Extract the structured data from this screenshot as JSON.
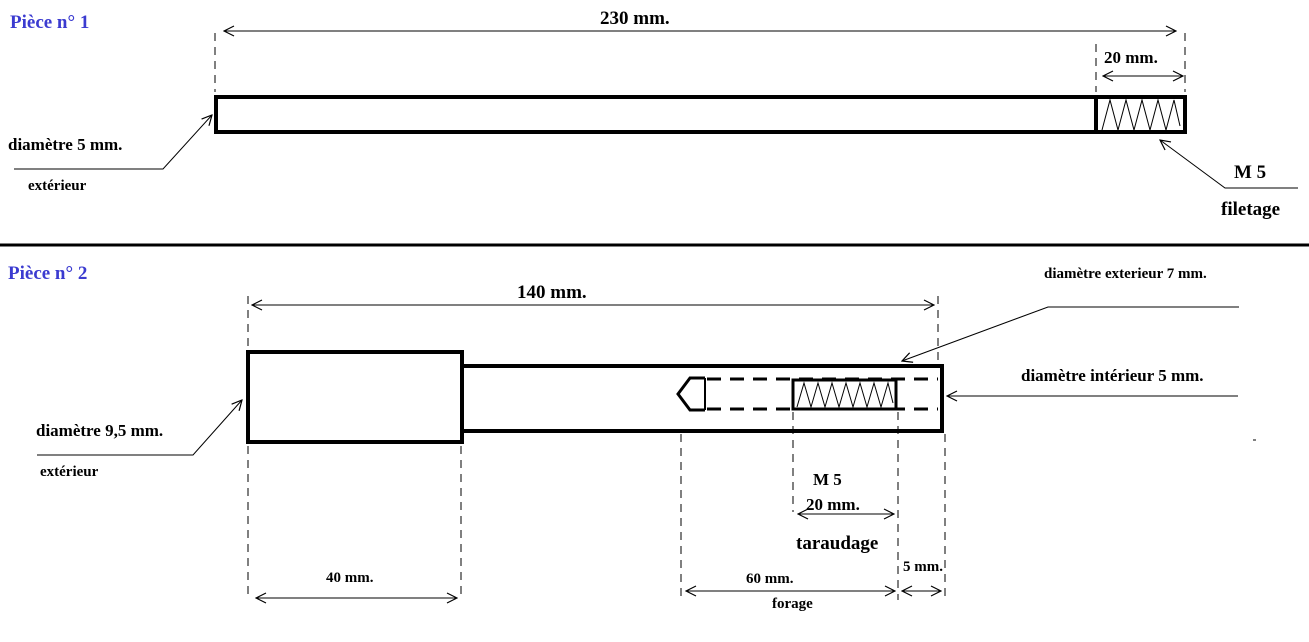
{
  "piece1": {
    "title": "Pièce n° 1",
    "length": "230 mm.",
    "thread_length": "20 mm.",
    "diameter": "diamètre 5 mm.",
    "diameter_qualifier": "extérieur",
    "thread_size": "M 5",
    "thread_type": "filetage"
  },
  "piece2": {
    "title": "Pièce n° 2",
    "length": "140 mm.",
    "outer_diameter": "diamètre exterieur 7 mm.",
    "inner_diameter": "diamètre intérieur 5 mm.",
    "head_diameter": "diamètre 9,5 mm.",
    "head_diameter_qualifier": "extérieur",
    "tap_size": "M 5",
    "tap_length": "20 mm.",
    "tap_type": "taraudage",
    "head_length": "40 mm.",
    "drill_length": "60 mm.",
    "drill_type": "forage",
    "end_offset": "5 mm."
  }
}
